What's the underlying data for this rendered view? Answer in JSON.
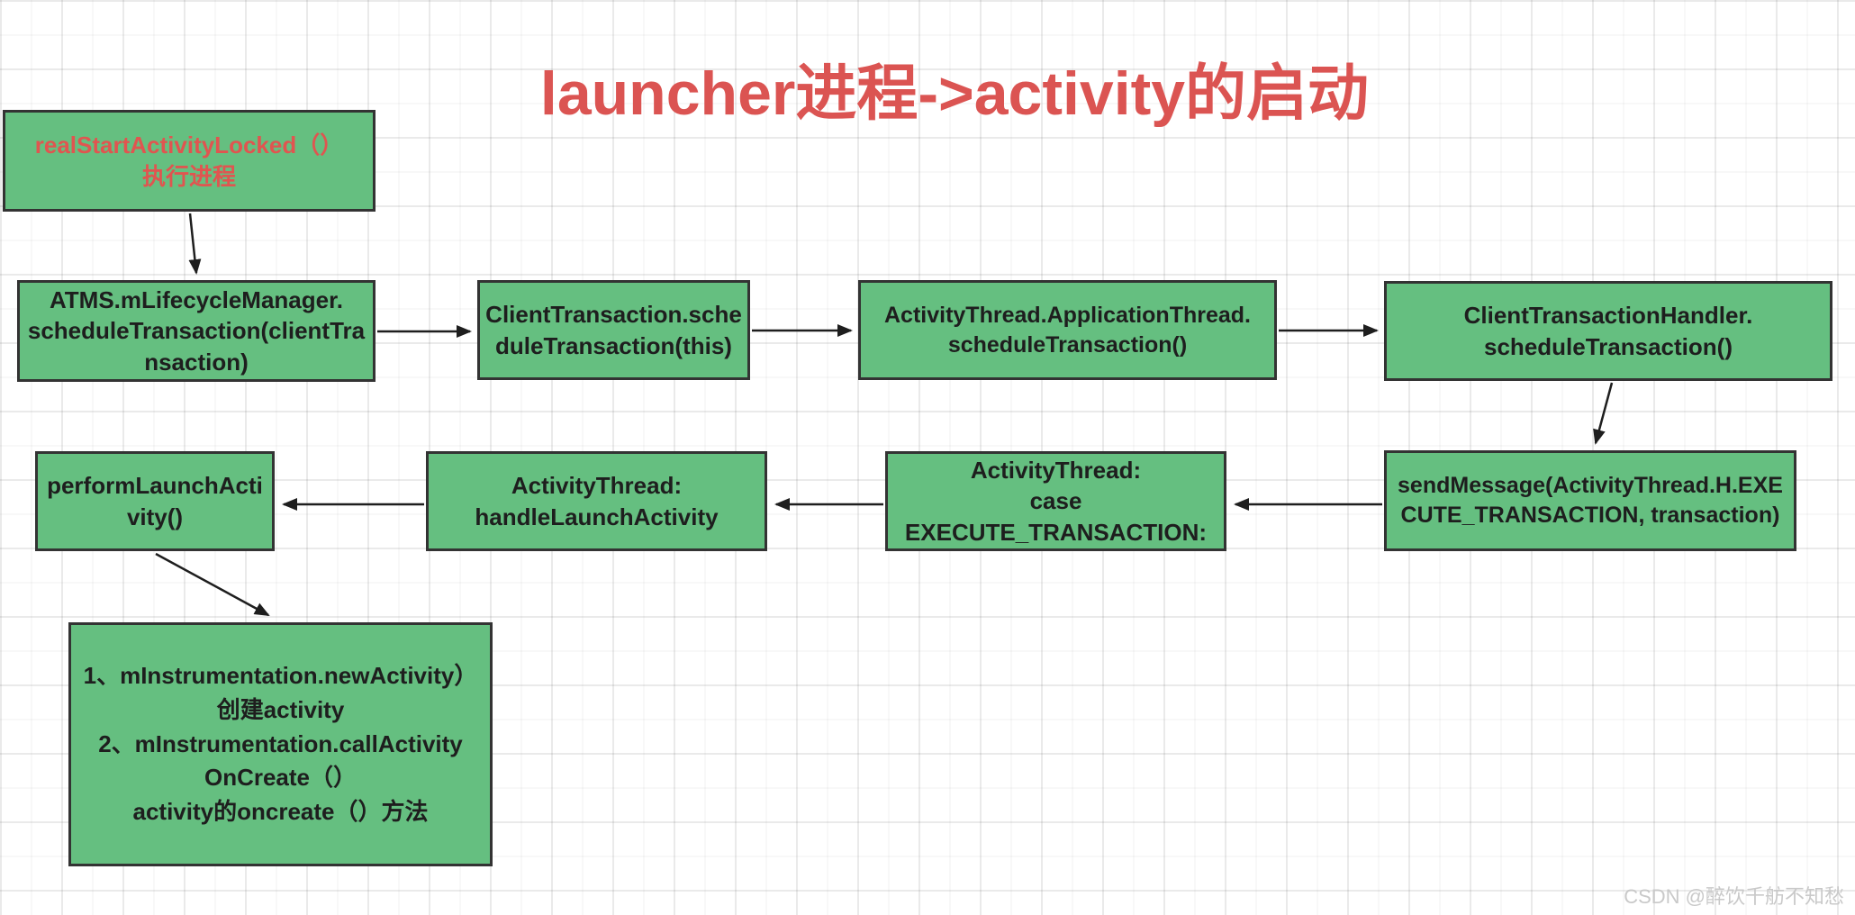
{
  "title": "launcher进程->activity的启动",
  "watermark": "CSDN @醉饮千舫不知愁",
  "colors": {
    "node_fill": "#65BF80",
    "node_border": "#333333",
    "title_red": "#DB5452",
    "node_a_text_red": "#E05550",
    "arrow": "#1e1e1e",
    "grid_line": "#ececec",
    "watermark_gray": "#c9c9c9"
  },
  "nodes": [
    {
      "id": "real-start-activity-locked",
      "label": "realStartActivityLocked（）\n执行进程"
    },
    {
      "id": "atms-schedule-transaction",
      "label": "ATMS.mLifecycleManager.\nscheduleTransaction(clientTra\nnsaction)"
    },
    {
      "id": "client-transaction-schedule",
      "label": "ClientTransaction.sche\nduleTransaction(this)"
    },
    {
      "id": "application-thread-schedule",
      "label": "ActivityThread.ApplicationThread.\nscheduleTransaction()"
    },
    {
      "id": "client-transaction-handler",
      "label": "ClientTransactionHandler.\nscheduleTransaction()"
    },
    {
      "id": "send-message",
      "label": "sendMessage(ActivityThread.H.EXE\nCUTE_TRANSACTION, transaction)"
    },
    {
      "id": "activity-thread-case",
      "label": "ActivityThread:\ncase\nEXECUTE_TRANSACTION:"
    },
    {
      "id": "handle-launch-activity",
      "label": "ActivityThread:\nhandleLaunchActivity"
    },
    {
      "id": "perform-launch-activity",
      "label": "performLaunchActi\nvity()"
    },
    {
      "id": "instrumentation-steps",
      "label": "1、mInstrumentation.newActivity）\n创建activity\n2、mInstrumentation.callActivity\nOnCreate（）\nactivity的oncreate（）方法"
    }
  ],
  "edges": [
    {
      "from": "real-start-activity-locked",
      "to": "atms-schedule-transaction"
    },
    {
      "from": "atms-schedule-transaction",
      "to": "client-transaction-schedule"
    },
    {
      "from": "client-transaction-schedule",
      "to": "application-thread-schedule"
    },
    {
      "from": "application-thread-schedule",
      "to": "client-transaction-handler"
    },
    {
      "from": "client-transaction-handler",
      "to": "send-message"
    },
    {
      "from": "send-message",
      "to": "activity-thread-case"
    },
    {
      "from": "activity-thread-case",
      "to": "handle-launch-activity"
    },
    {
      "from": "handle-launch-activity",
      "to": "perform-launch-activity"
    },
    {
      "from": "perform-launch-activity",
      "to": "instrumentation-steps"
    }
  ]
}
